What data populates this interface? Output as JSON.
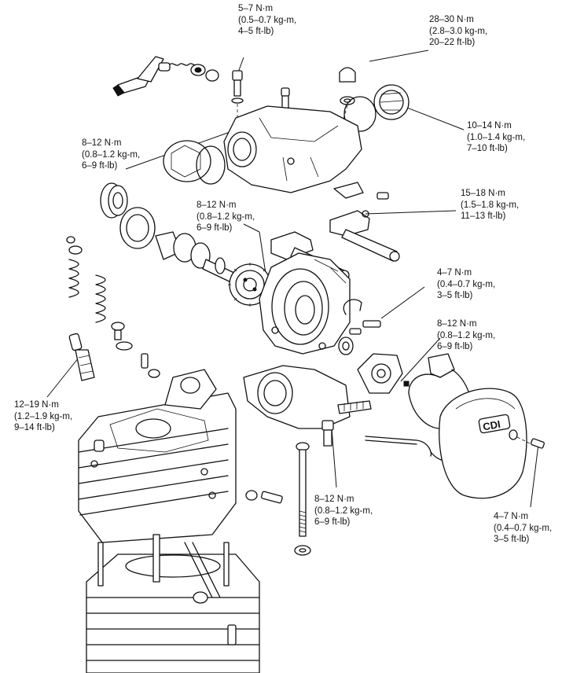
{
  "diagram": {
    "title": "Cylinder head exploded view with torque specifications",
    "cdi_cover_label": "CDI",
    "torque_labels": [
      {
        "id": "cam-cover-bolt-top",
        "lines": [
          "5–7 N·m",
          "(0.5–0.7 kg-m,",
          "4–5 ft-lb)"
        ]
      },
      {
        "id": "cap-nut",
        "lines": [
          "28–30 N·m",
          "(2.8–3.0 kg-m,",
          "20–22 ft-lb)"
        ]
      },
      {
        "id": "cam-cover-bolt-left",
        "lines": [
          "8–12 N·m",
          "(0.8–1.2 kg-m,",
          "6–9 ft-lb)"
        ]
      },
      {
        "id": "inspection-cap",
        "lines": [
          "10–14 N·m",
          "(1.0–1.4 kg-m,",
          "7–10 ft-lb)"
        ]
      },
      {
        "id": "rocker-arm",
        "lines": [
          "15–18 N·m",
          "(1.5–1.8 kg-m,",
          "11–13 ft-lb)"
        ]
      },
      {
        "id": "cam-sprocket-bolt",
        "lines": [
          "8–12 N·m",
          "(0.8–1.2 kg-m,",
          "6–9 ft-lb)"
        ]
      },
      {
        "id": "holder-bolt",
        "lines": [
          "4–7 N·m",
          "(0.4–0.7 kg-m,",
          "3–5 ft-lb)"
        ]
      },
      {
        "id": "pulser-bolt",
        "lines": [
          "8–12 N·m",
          "(0.8–1.2 kg-m,",
          "6–9 ft-lb)"
        ]
      },
      {
        "id": "spark-plug",
        "lines": [
          "12–19 N·m",
          "(1.2–1.9 kg-m,",
          "9–14 ft-lb)"
        ]
      },
      {
        "id": "intake-bolt",
        "lines": [
          "8–12 N·m",
          "(0.8–1.2 kg-m,",
          "6–9 ft-lb)"
        ]
      },
      {
        "id": "cdi-cover-bolt",
        "lines": [
          "4–7 N·m",
          "(0.4–0.7 kg-m,",
          "3–5 ft-lb)"
        ]
      }
    ]
  }
}
